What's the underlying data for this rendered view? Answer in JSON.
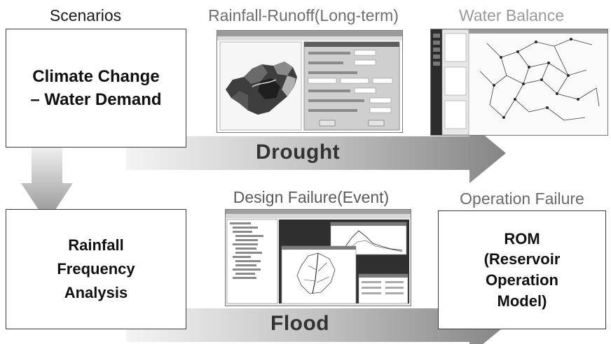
{
  "labels": {
    "scenarios": "Scenarios",
    "rainfall_runoff": "Rainfall-Runoff(Long-term)",
    "water_balance": "Water Balance",
    "design_failure": "Design Failure(Event)",
    "operation_failure": "Operation Failure"
  },
  "boxes": {
    "climate": [
      "Climate Change",
      "– Water Demand"
    ],
    "rainfall_frequency": [
      "Rainfall",
      "Frequency",
      "Analysis"
    ],
    "rom": [
      "ROM",
      "(Reservoir",
      "Operation",
      "Model)"
    ]
  },
  "arrows": {
    "drought": "Drought",
    "flood": "Flood"
  },
  "colors": {
    "text_dark": "#1a1a1a",
    "text_light": "#8a8a8a",
    "arrow_dark": "#8c8c8c",
    "arrow_light": "#f0f0f0"
  }
}
